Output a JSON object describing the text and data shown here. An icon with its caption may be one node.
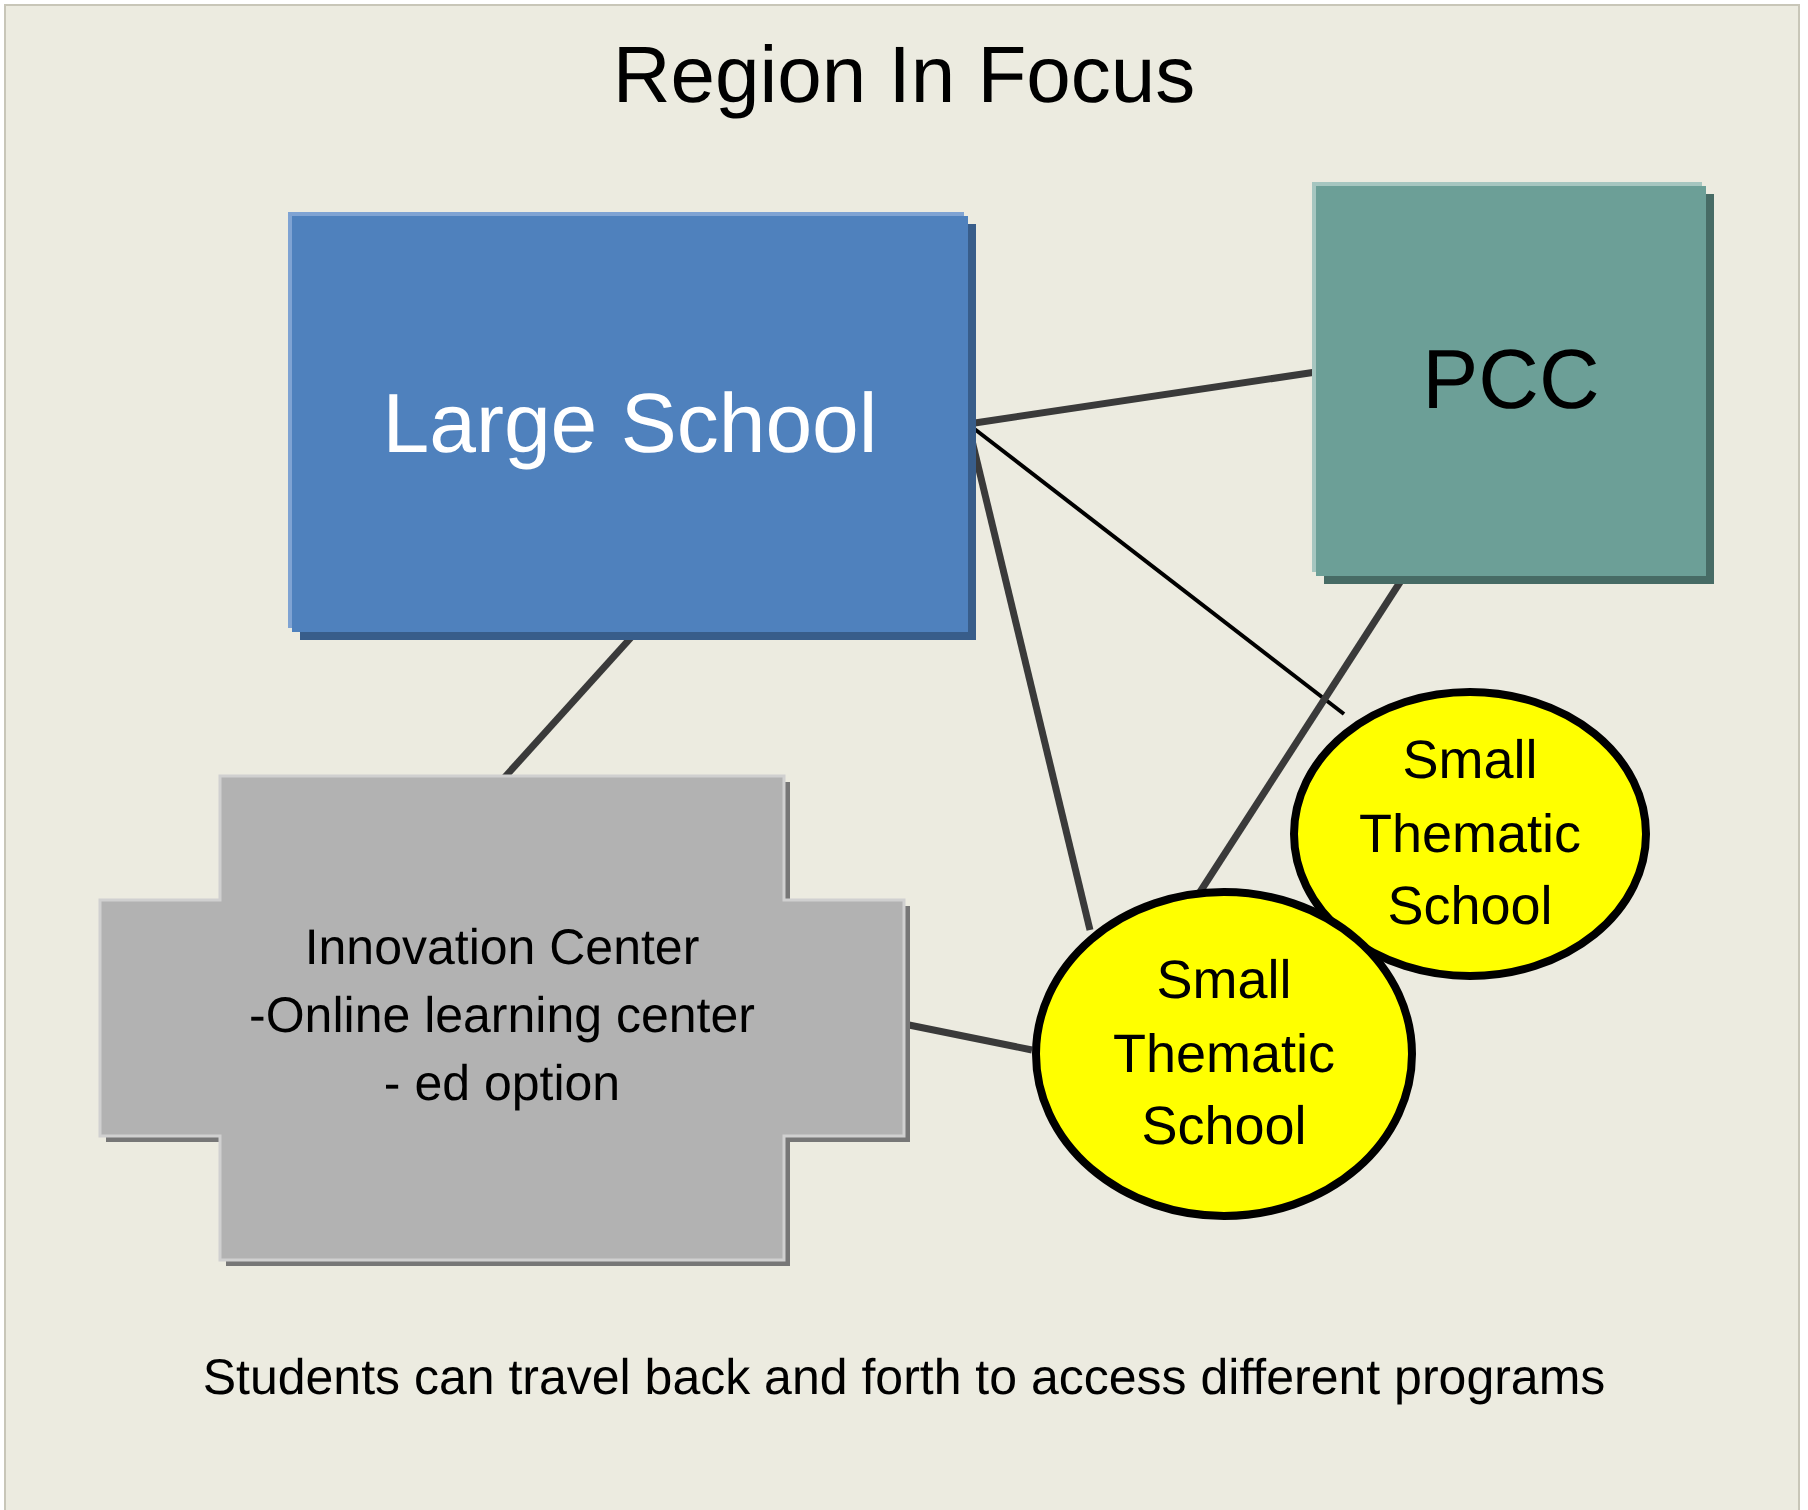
{
  "diagram": {
    "title": "Region In Focus",
    "nodes": [
      {
        "text": [
          "Large School"
        ]
      },
      {
        "text": [
          "PCC"
        ]
      },
      {
        "text": [
          "Small Thematic School"
        ]
      },
      {
        "text": [
          "Innovation Center",
          "-Online learning center",
          "- ed option"
        ]
      },
      {
        "text": [
          "Small Thematic School"
        ]
      }
    ],
    "edges": [
      {
        "from": 0,
        "to": 1,
        "arrow": "none"
      },
      {
        "from": 0,
        "to": 2,
        "arrow": "none",
        "color": "#000000"
      },
      {
        "from": 0,
        "to": 4,
        "arrow": "none"
      },
      {
        "from": 0,
        "to": 3,
        "arrow": "none"
      },
      {
        "from": 1,
        "to": 4,
        "arrow": "none"
      },
      {
        "from": 3,
        "to": 4,
        "arrow": "none"
      }
    ],
    "caption": "Students can travel back and forth to access different programs"
  }
}
